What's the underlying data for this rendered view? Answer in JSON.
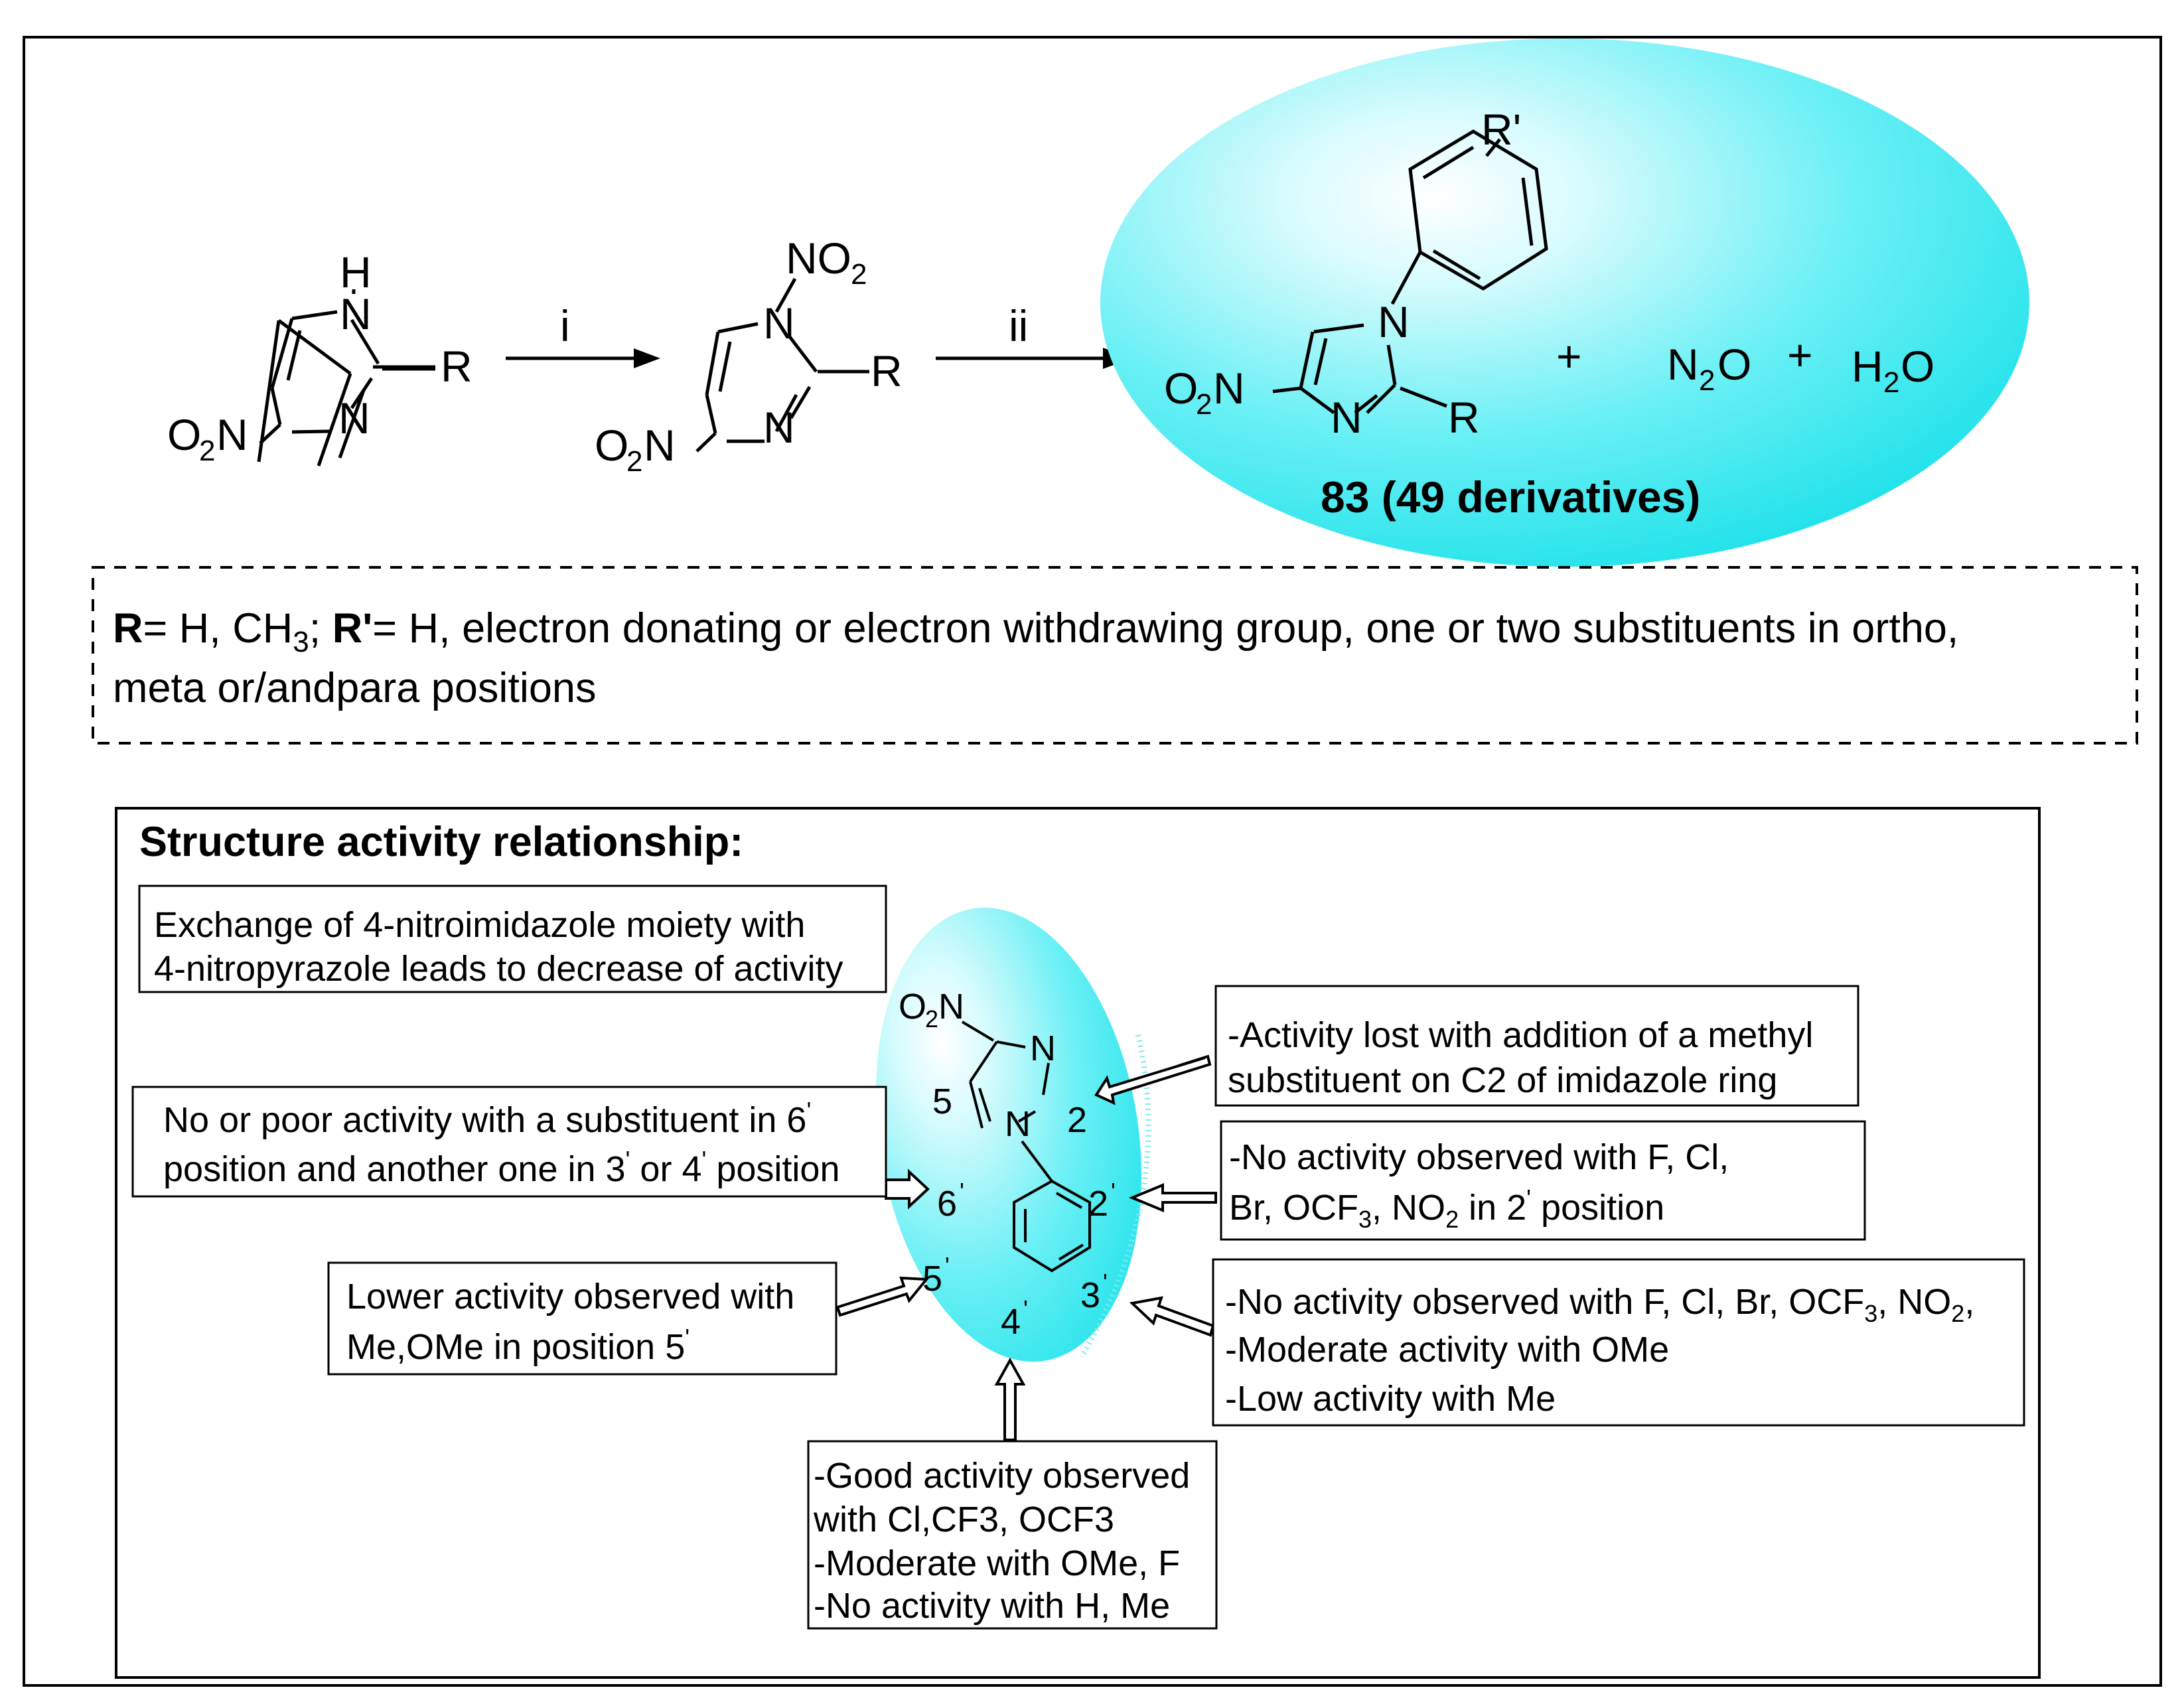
{
  "reaction": {
    "arrow1_label": "i",
    "arrow2_label": "ii",
    "sm": {
      "H": "H",
      "N1": "N",
      "N3": "N",
      "R": "R",
      "nitro_O": "O",
      "nitro_2": "2",
      "nitro_N": "N"
    },
    "int": {
      "nitro_top": "NO",
      "nitro_top_2": "2",
      "N1": "N",
      "N3": "N",
      "R": "R",
      "nitro_O": "O",
      "nitro_2": "2",
      "nitro_N": "N"
    },
    "product": {
      "Rprime": "R'",
      "N1": "N",
      "N3": "N",
      "R": "R",
      "nitro_O": "O",
      "nitro_2": "2",
      "nitro_N": "N",
      "plus1": "+",
      "n2o_N": "N",
      "n2o_2": "2",
      "n2o_O": "O",
      "plus2": "+",
      "h2o_H": "H",
      "h2o_2": "2",
      "h2o_O": "O",
      "caption": "83 (49 derivatives)"
    }
  },
  "definition": {
    "r_label": "R",
    "r_text": "= H, CH",
    "r_sub": "3",
    "r_sep": ";",
    "rp_label": " R'",
    "rp_text": "= H, electron donating or electron withdrawing group, one or two substituents in ortho,",
    "line2": "meta or/andpara positions"
  },
  "sar": {
    "title": "Structure activity relationship:",
    "mol": {
      "nitro_O": "O",
      "nitro_2": "2",
      "nitro_N": "N",
      "N3": "N",
      "N1": "N",
      "pos5": "5",
      "pos2": "2",
      "pos6p": "6",
      "pos2p": "2",
      "pos5p": "5",
      "pos3p": "3",
      "pos4p": "4",
      "prime": "'"
    },
    "box_pyrazole": {
      "line1": "Exchange of 4-nitroimidazole moiety with",
      "line2": "4-nitropyrazole leads to decrease of activity"
    },
    "box_c2": {
      "line1": "-Activity lost with addition of a methyl",
      "line2": "substituent on C2 of imidazole ring"
    },
    "box_6p": {
      "line1a": "No or poor activity with a substituent in 6",
      "line2a": "position and another one in 3",
      "line2b": " or 4",
      "line2c": " position"
    },
    "box_2p": {
      "line1": "-No activity observed with F, Cl,",
      "line2a": "Br, OCF",
      "line2_sub1": "3",
      "line2b": ", NO",
      "line2_sub2": "2",
      "line2c": " in 2",
      "line2d": " position"
    },
    "box_5p": {
      "line1": "Lower activity observed with",
      "line2": "Me,OMe in position 5"
    },
    "box_3p": {
      "line1a": "-No activity observed with F, Cl, Br, OCF",
      "line1_sub1": "3",
      "line1b": ", NO",
      "line1_sub2": "2",
      "line1c": ",",
      "line2": "-Moderate activity with OMe",
      "line3": "-Low activity with Me"
    },
    "box_4p": {
      "line1": "-Good activity observed",
      "line2": "with Cl,CF3, OCF3",
      "line3": "-Moderate with OMe, F",
      "line4": "-No activity with H, Me"
    }
  },
  "colors": {
    "highlight": "#2ee6ee",
    "highlight_light": "#e6ffff",
    "line": "#000000"
  }
}
